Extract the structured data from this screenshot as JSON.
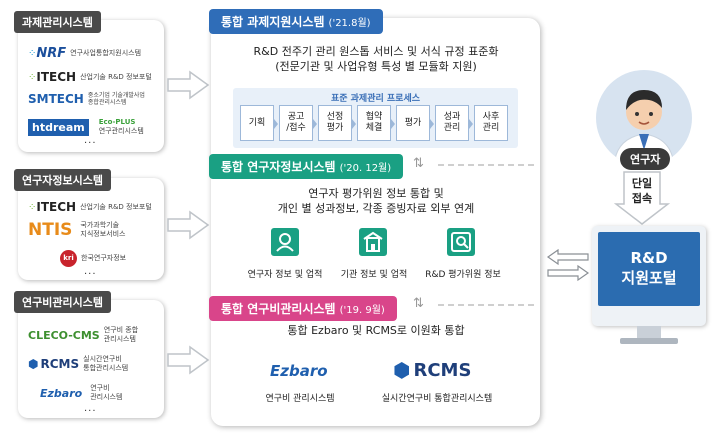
{
  "left_groups": [
    {
      "title": "과제관리시스템",
      "logos": [
        {
          "mark": "NRF",
          "sub": "연구사업통합지원시스템"
        },
        {
          "mark": "ITECH",
          "sub": "산업기술 R&D 정보포털"
        },
        {
          "mark": "SMTECH",
          "sub_lines": [
            "중소기업 기술개발사업",
            "종합관리시스템"
          ]
        },
        {
          "mark": "htdream",
          "mark2": "Eco-PLUS",
          "sub": "연구관리시스템"
        }
      ],
      "more": "..."
    },
    {
      "title": "연구자정보시스템",
      "logos": [
        {
          "mark": "ITECH",
          "sub": "산업기술 R&D 정보포털"
        },
        {
          "mark": "NTIS",
          "sub_lines": [
            "국가과학기술",
            "지식정보서비스"
          ]
        },
        {
          "mark": "kri",
          "sub": "한국연구자정보"
        }
      ],
      "more": "..."
    },
    {
      "title": "연구비관리시스템",
      "logos": [
        {
          "mark": "CLECO-CMS",
          "sub_lines": [
            "연구비 종합",
            "관리시스템"
          ]
        },
        {
          "mark": "RCMS",
          "sub_lines": [
            "실시간연구비",
            "통합관리시스템"
          ]
        },
        {
          "mark": "Ezbaro",
          "sub_lines": [
            "연구비",
            "관리시스템"
          ]
        }
      ],
      "more": "..."
    }
  ],
  "center": {
    "section1": {
      "title": "통합 과제지원시스템",
      "date": "('21.8월)",
      "desc_line1": "R&D 전주기 관리 원스톱 서비스 및 서식 규정 표준화",
      "desc_line2": "(전문기관 및 사업유형 특성 별 모듈화 지원)",
      "process_title": "표준 과제관리 프로세스",
      "steps": [
        [
          "기획"
        ],
        [
          "공고",
          "/접수"
        ],
        [
          "선정",
          "평가"
        ],
        [
          "협약",
          "체결"
        ],
        [
          "평가"
        ],
        [
          "성과",
          "관리"
        ],
        [
          "사후",
          "관리"
        ]
      ]
    },
    "section2": {
      "title": "통합 연구자정보시스템",
      "date": "('20. 12월)",
      "desc_line1": "연구자 평가위원 정보 통합 및",
      "desc_line2": "개인 별 성과정보, 각종 증빙자료 외부 연계",
      "items": [
        "연구자 정보 및 업적",
        "기관 정보 및 업적",
        "R&D 평가위원 정보"
      ]
    },
    "section3": {
      "title": "통합 연구비관리시스템",
      "date": "('19. 9월)",
      "desc": "통합 Ezbaro 및 RCMS로 이원화 통합",
      "systems": [
        {
          "mark": "Ezbaro",
          "label": "연구비 관리시스템"
        },
        {
          "mark": "RCMS",
          "label": "실시간연구비 통합관리시스템"
        }
      ]
    }
  },
  "right": {
    "researcher": "연구자",
    "access_line1": "단일",
    "access_line2": "접속",
    "portal_line1": "R&D",
    "portal_line2": "지원포털"
  },
  "colors": {
    "blue": "#2f6db8",
    "green": "#1aa083",
    "pink": "#d9458a",
    "dark": "#4a4a4a"
  }
}
